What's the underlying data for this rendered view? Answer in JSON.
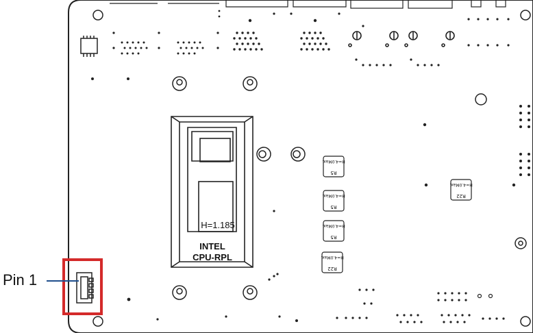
{
  "callout": {
    "label": "Pin 1",
    "highlight_color": "#d42a2a",
    "pointer_color": "#1f4e8c"
  },
  "cpu": {
    "height_label": "H=1.185",
    "vendor": "INTEL",
    "model": "CPU-RPL"
  },
  "components": {
    "r5_tag_main": "H=4.0Max.",
    "r5_tag_sub": "R5",
    "r22_tag_main": "H=4.0Max.",
    "r22_tag_sub": "R22"
  },
  "colors": {
    "board_outline": "#222222",
    "background": "#ffffff"
  }
}
